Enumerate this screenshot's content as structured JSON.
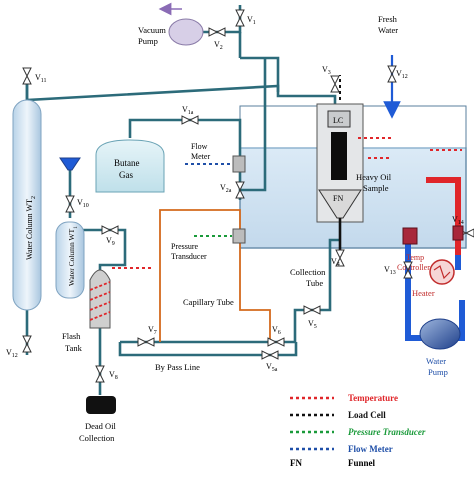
{
  "labels": {
    "v1": "V",
    "v1_sub": "1",
    "v2": "V",
    "v2_sub": "2",
    "v3": "V",
    "v3_sub": "3",
    "v4": "V",
    "v4_sub": "4",
    "v5": "V",
    "v5_sub": "5",
    "v5a": "V",
    "v5a_sub": "5a",
    "v6": "V",
    "v6_sub": "6",
    "v7": "V",
    "v7_sub": "7",
    "v8": "V",
    "v8_sub": "8",
    "v9": "V",
    "v9_sub": "9",
    "v10": "V",
    "v10_sub": "10",
    "v11": "V",
    "v11_sub": "11",
    "v12_left": "V",
    "v12_left_sub": "12",
    "v12_right": "V",
    "v12_right_sub": "12",
    "v13": "V",
    "v13_sub": "13",
    "v14": "V",
    "v14_sub": "14",
    "v1a": "V",
    "v1a_sub": "1a",
    "v2a": "V",
    "v2a_sub": "2a",
    "vacuum_pump_1": "Vacuum",
    "vacuum_pump_2": "Pump",
    "fresh_water_1": "Fresh",
    "fresh_water_2": "Water",
    "butane_gas_1": "Butane",
    "butane_gas_2": "Gas",
    "flow_meter_1": "Flow",
    "flow_meter_2": "Meter",
    "pressure_transducer_1": "Pressure",
    "pressure_transducer_2": "Transducer",
    "lc": "LC",
    "fn": "FN",
    "heavy_oil_sample_1": "Heavy Oil",
    "heavy_oil_sample_2": "Sample",
    "collection_tube_1": "Collection",
    "collection_tube_2": "Tube",
    "water_column_wt2": "Water Column WT",
    "water_column_wt2_sub": "2",
    "water_column_wt1": "Water Column WT",
    "water_column_wt1_sub": "1",
    "flash_tank_1": "Flash",
    "flash_tank_2": "Tank",
    "capillary_tube": "Capillary Tube",
    "by_pass_line": "By Pass Line",
    "dead_oil_1": "Dead Oil",
    "dead_oil_2": "Collection",
    "temp_controller_1": "Temp",
    "temp_controller_2": "Controller",
    "heater": "Heater",
    "water_pump_1": "Water",
    "water_pump_2": "Pump"
  },
  "legend": [
    {
      "label": "Temperature",
      "color": "#e0262a",
      "italic": false
    },
    {
      "label": "Load Cell",
      "color": "#111111",
      "italic": false
    },
    {
      "label": "Pressure Transducer",
      "color": "#1a9a3a",
      "italic": true
    },
    {
      "label": "Flow Meter",
      "color": "#1f4fa8",
      "italic": false
    }
  ],
  "legend_key": {
    "abbr": "FN",
    "text": "Funnel"
  },
  "colors": {
    "pipe": "#2c6b7a",
    "water": "#cfe3f1",
    "water_edge": "#8fb3cf",
    "hot": "#e0262a",
    "cold": "#1f5bd6",
    "capillary": "#d4691d",
    "lc_pipe": "#111111"
  }
}
